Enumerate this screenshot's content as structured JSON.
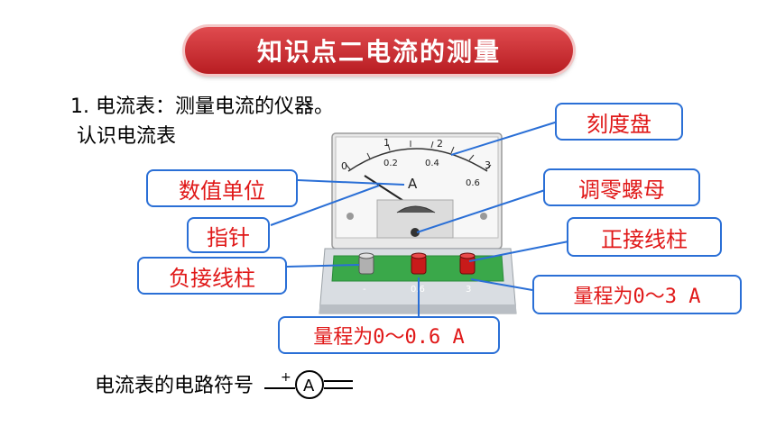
{
  "title": "知识点二电流的测量",
  "intro_text": "1. 电流表：测量电流的仪器。",
  "subheading": "认识电流表",
  "labels": {
    "dial": "刻度盘",
    "unit": "数值单位",
    "zero_adjust": "调零螺母",
    "pointer": "指针",
    "positive_terminal": "正接线柱",
    "negative_terminal": "负接线柱",
    "range_large": "量程为0～3 A",
    "range_small": "量程为0～0.6 A"
  },
  "meter": {
    "scale_top": [
      "0",
      "1",
      "2",
      "3"
    ],
    "scale_bottom": [
      "0.2",
      "0.4",
      "0.6"
    ],
    "unit_symbol": "A",
    "terminal_labels": [
      "-",
      "0.6",
      "3"
    ]
  },
  "symbol": {
    "caption": "电流表的电路符号",
    "plus": "+",
    "letter": "A"
  },
  "colors": {
    "banner": "#c8262b",
    "label_text": "#e01818",
    "label_border": "#2a6fd6",
    "leader_line": "#2a6fd6",
    "terminal_board": "#3aa84a"
  }
}
